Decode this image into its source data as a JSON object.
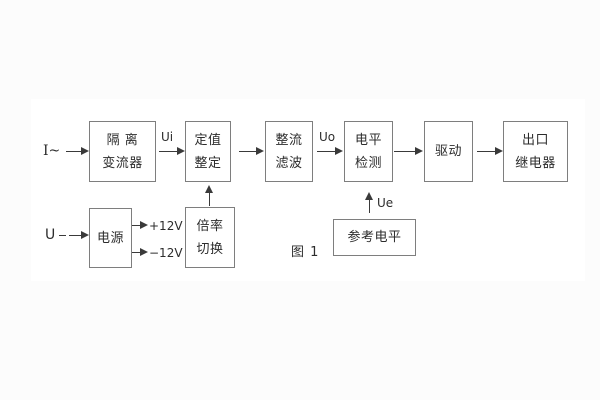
{
  "figure": {
    "caption": "图 1",
    "colors": {
      "background": "#fcfcfc",
      "canvas": "#ffffff",
      "box_border": "#7e7e7e",
      "arrow": "#3a3a3a",
      "text": "#2c2c2c"
    }
  },
  "inputs": {
    "current": "I~",
    "voltage": "U"
  },
  "signals": {
    "ui": "Ui",
    "uo": "Uo",
    "ue": "Ue",
    "plus12v": "+12V",
    "minus12v": "−12V"
  },
  "blocks": {
    "isolation": {
      "line1": "隔 离",
      "line2": "变流器"
    },
    "setting": {
      "line1": "定值",
      "line2": "整定"
    },
    "rectifier_filter": {
      "line1": "整流",
      "line2": "滤波"
    },
    "level_detect": {
      "line1": "电平",
      "line2": "检测"
    },
    "drive": {
      "line1": "驱动"
    },
    "output_relay": {
      "line1": "出口",
      "line2": "继电器"
    },
    "power": {
      "line1": "电源"
    },
    "ratio_switch": {
      "line1": "倍率",
      "line2": "切换"
    },
    "reference_level": {
      "line1": "参考电平"
    }
  }
}
